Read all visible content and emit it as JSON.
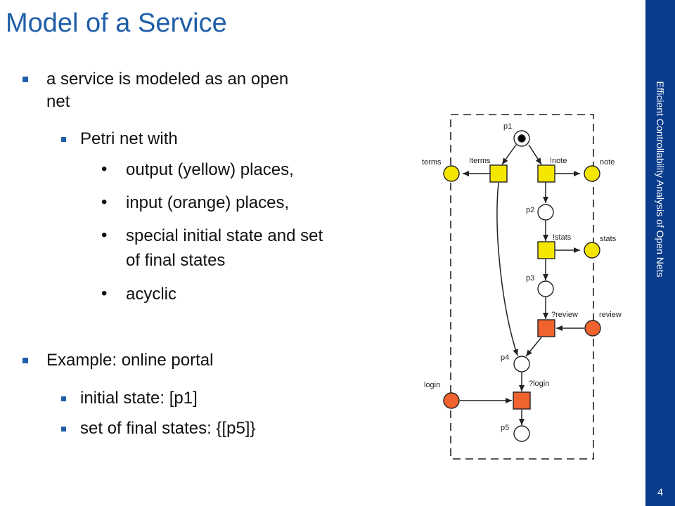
{
  "slide": {
    "title": "Model of a Service",
    "sidebar_text": "Efficient Controllability Analysis of Open Nets",
    "page_number": "4"
  },
  "bullets": {
    "b1": "a service is modeled as an open",
    "b1_cont": "net",
    "b1_1": "Petri net with",
    "b1_1_1": "output (yellow) places,",
    "b1_1_2": "input (orange) places,",
    "b1_1_3": "special initial state and set",
    "b1_1_3_cont": "of final states",
    "b1_1_4": "acyclic",
    "b2": "Example: online portal",
    "b2_1": "initial state: [p1]",
    "b2_2": "set of final states: {[p5]}"
  },
  "petri_net": {
    "colors": {
      "output_place": "#f5e600",
      "input_place": "#f0622e",
      "internal_place": "#ffffff",
      "token": "#000000"
    },
    "labels": {
      "p1": "p1",
      "p2": "p2",
      "p3": "p3",
      "p4": "p4",
      "p5": "p5",
      "terms": "terms",
      "note": "note",
      "stats": "stats",
      "review": "review",
      "login": "login",
      "t_terms": "!terms",
      "t_note": "!note",
      "t_stats": "!stats",
      "t_review": "?review",
      "t_login": "?login"
    }
  }
}
